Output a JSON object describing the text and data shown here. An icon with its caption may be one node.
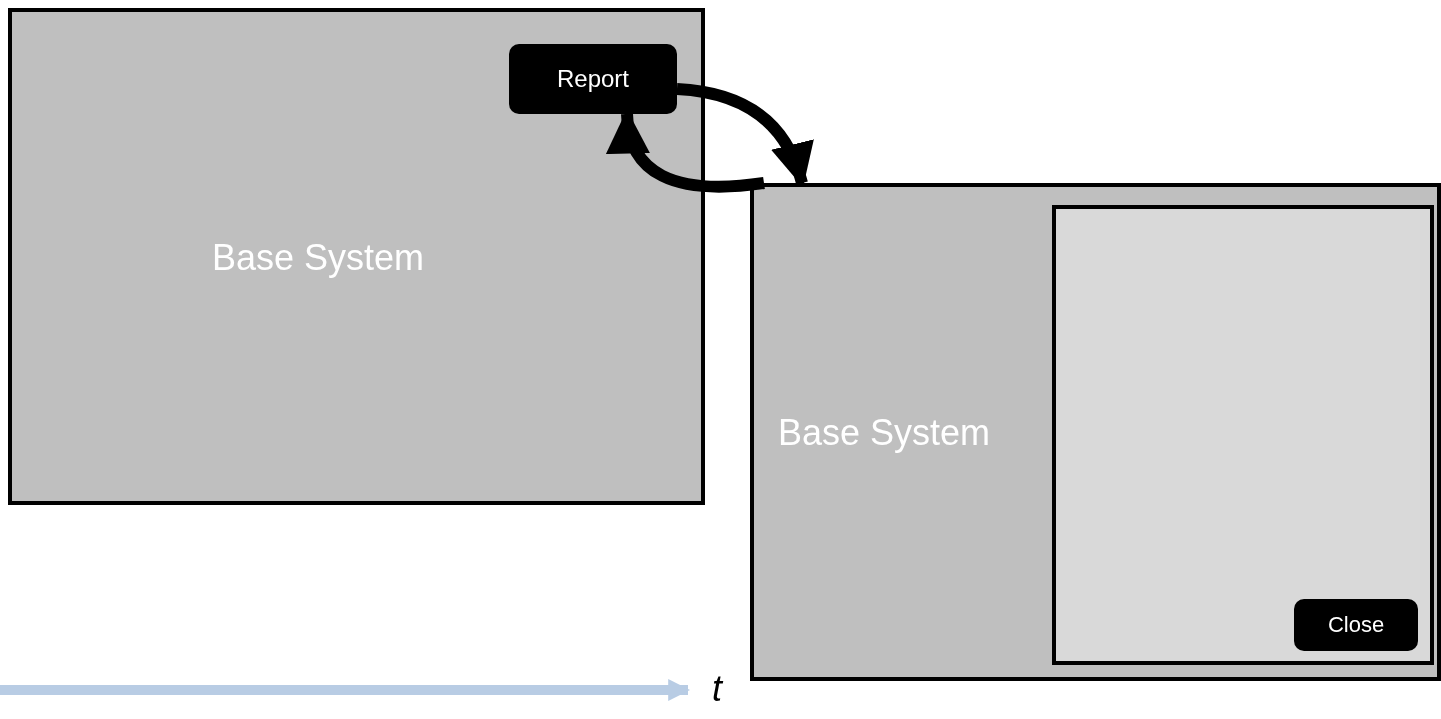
{
  "diagram": {
    "nodes": [
      {
        "text": [
          "Base System"
        ]
      },
      {
        "text": [
          "Report"
        ],
        "in": 0
      },
      {
        "text": [
          "Base System"
        ]
      },
      {
        "text": [],
        "shape": "box",
        "in": 2
      },
      {
        "text": [
          "Close"
        ],
        "in": 3
      }
    ],
    "edges": [
      {
        "from": 1,
        "to": 2,
        "arrow": "to"
      },
      {
        "from": 2,
        "to": 1,
        "arrow": "to"
      }
    ],
    "labels": [
      "t"
    ]
  }
}
